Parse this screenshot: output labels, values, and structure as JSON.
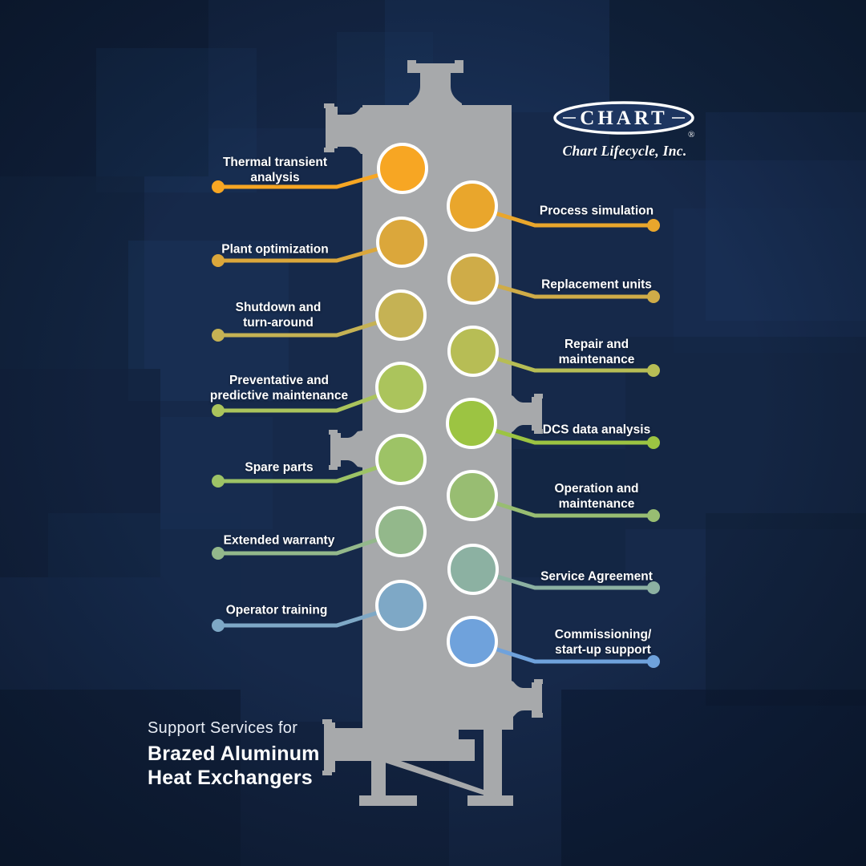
{
  "brand": {
    "logo_text": "CHART",
    "registered_mark": "®",
    "company": "Chart Lifecycle, Inc."
  },
  "footer_title": {
    "line1": "Support Services for",
    "line2": "Brazed Aluminum",
    "line3": "Heat Exchangers"
  },
  "colors": {
    "background": "#16294A",
    "vessel_gray": "#A7A9AB",
    "label_text": "#FFFFFF",
    "logo_oval_fill": "#1D3560"
  },
  "services": {
    "left": [
      {
        "label": "Thermal transient\nanalysis",
        "color": "#F7A623"
      },
      {
        "label": "Plant optimization",
        "color": "#DBA73B"
      },
      {
        "label": "Shutdown and\nturn-around",
        "color": "#C5B254"
      },
      {
        "label": "Preventative and\npredictive maintenance",
        "color": "#ABC45C"
      },
      {
        "label": "Spare parts",
        "color": "#9DC366"
      },
      {
        "label": "Extended warranty",
        "color": "#93B88B"
      },
      {
        "label": "Operator training",
        "color": "#7EA8C6"
      }
    ],
    "right": [
      {
        "label": "Process simulation",
        "color": "#E9A62C"
      },
      {
        "label": "Replacement units",
        "color": "#CFAC48"
      },
      {
        "label": "Repair and\nmaintenance",
        "color": "#B7BD55"
      },
      {
        "label": "DCS data analysis",
        "color": "#9CC442"
      },
      {
        "label": "Operation and\nmaintenance",
        "color": "#98BD72"
      },
      {
        "label": "Service Agreement",
        "color": "#8CB1A2"
      },
      {
        "label": "Commissioning/\nstart-up support",
        "color": "#6FA2DC"
      }
    ]
  }
}
